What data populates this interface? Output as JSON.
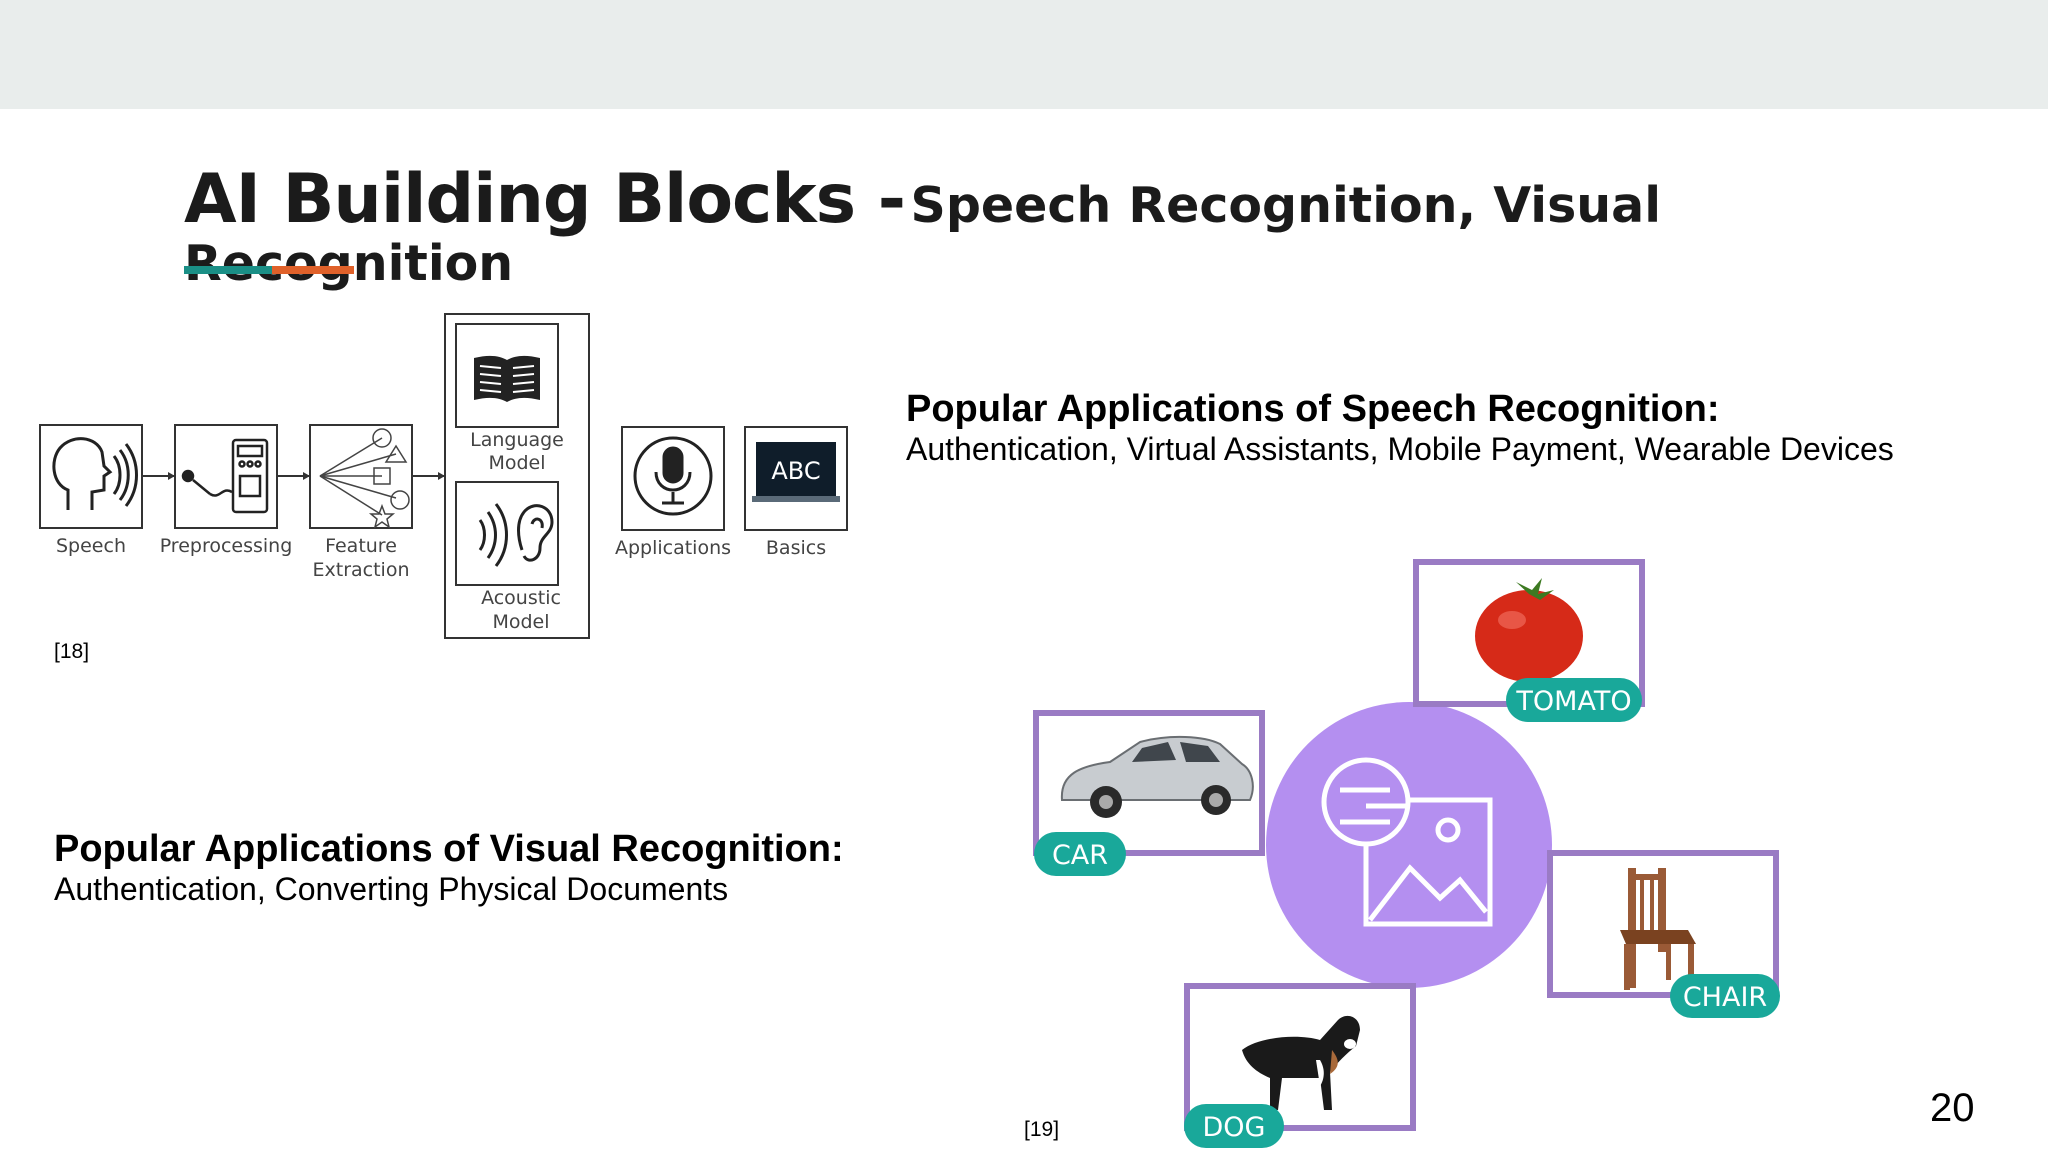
{
  "slide": {
    "title_main": "AI Building Blocks -",
    "title_sub_line1": "Speech Recognition, Visual",
    "title_sub_line2": "Recognition",
    "page_number": "20",
    "accent_colors": [
      "#1a8f86",
      "#e0612a"
    ]
  },
  "speech_diagram": {
    "steps": [
      {
        "label": "Speech",
        "icon": "speaking-head-icon"
      },
      {
        "label": "Preprocessing",
        "icon": "microphone-chip-icon"
      },
      {
        "label": "Feature",
        "label2": "Extraction",
        "icon": "feature-network-icon"
      },
      {
        "label": "Language",
        "label2": "Model",
        "icon": "open-book-icon"
      },
      {
        "label": "Acoustic",
        "label2": "Model",
        "icon": "ear-soundwave-icon"
      },
      {
        "label": "Applications",
        "icon": "microphone-icon"
      },
      {
        "label": "Basics",
        "icon": "chalkboard-abc-icon",
        "board_text": "ABC"
      }
    ],
    "citation": "[18]"
  },
  "speech_apps": {
    "heading": "Popular Applications of Speech Recognition:",
    "text": "Authentication, Virtual Assistants, Mobile Payment, Wearable Devices"
  },
  "visual_apps": {
    "heading": "Popular Applications of Visual Recognition:",
    "text": "Authentication, Converting Physical Documents"
  },
  "visual_diagram": {
    "labels": [
      "TOMATO",
      "CAR",
      "CHAIR",
      "DOG"
    ],
    "citation": "[19]",
    "circle_color": "#b48ff0",
    "frame_color": "#9a7bc4",
    "tag_color": "#19a89a"
  }
}
